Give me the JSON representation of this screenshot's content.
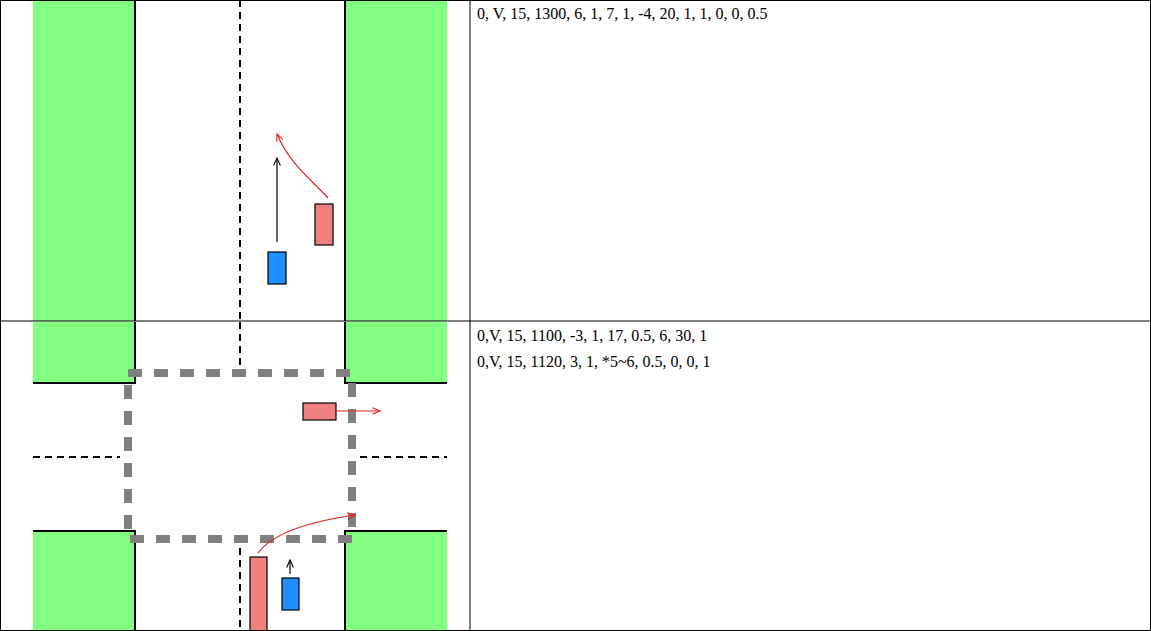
{
  "diagram": {
    "labels": [
      "0, V, 15, 1300, 6, 1, 7, 1, -4, 20, 1, 1, 0, 0, 0.5",
      "0,V, 15, 1100, -3, 1, 17, 0.5, 6, 30, 1",
      "0,V, 15, 1120, 3, 1, *5~6, 0.5, 0, 0, 1"
    ]
  }
}
